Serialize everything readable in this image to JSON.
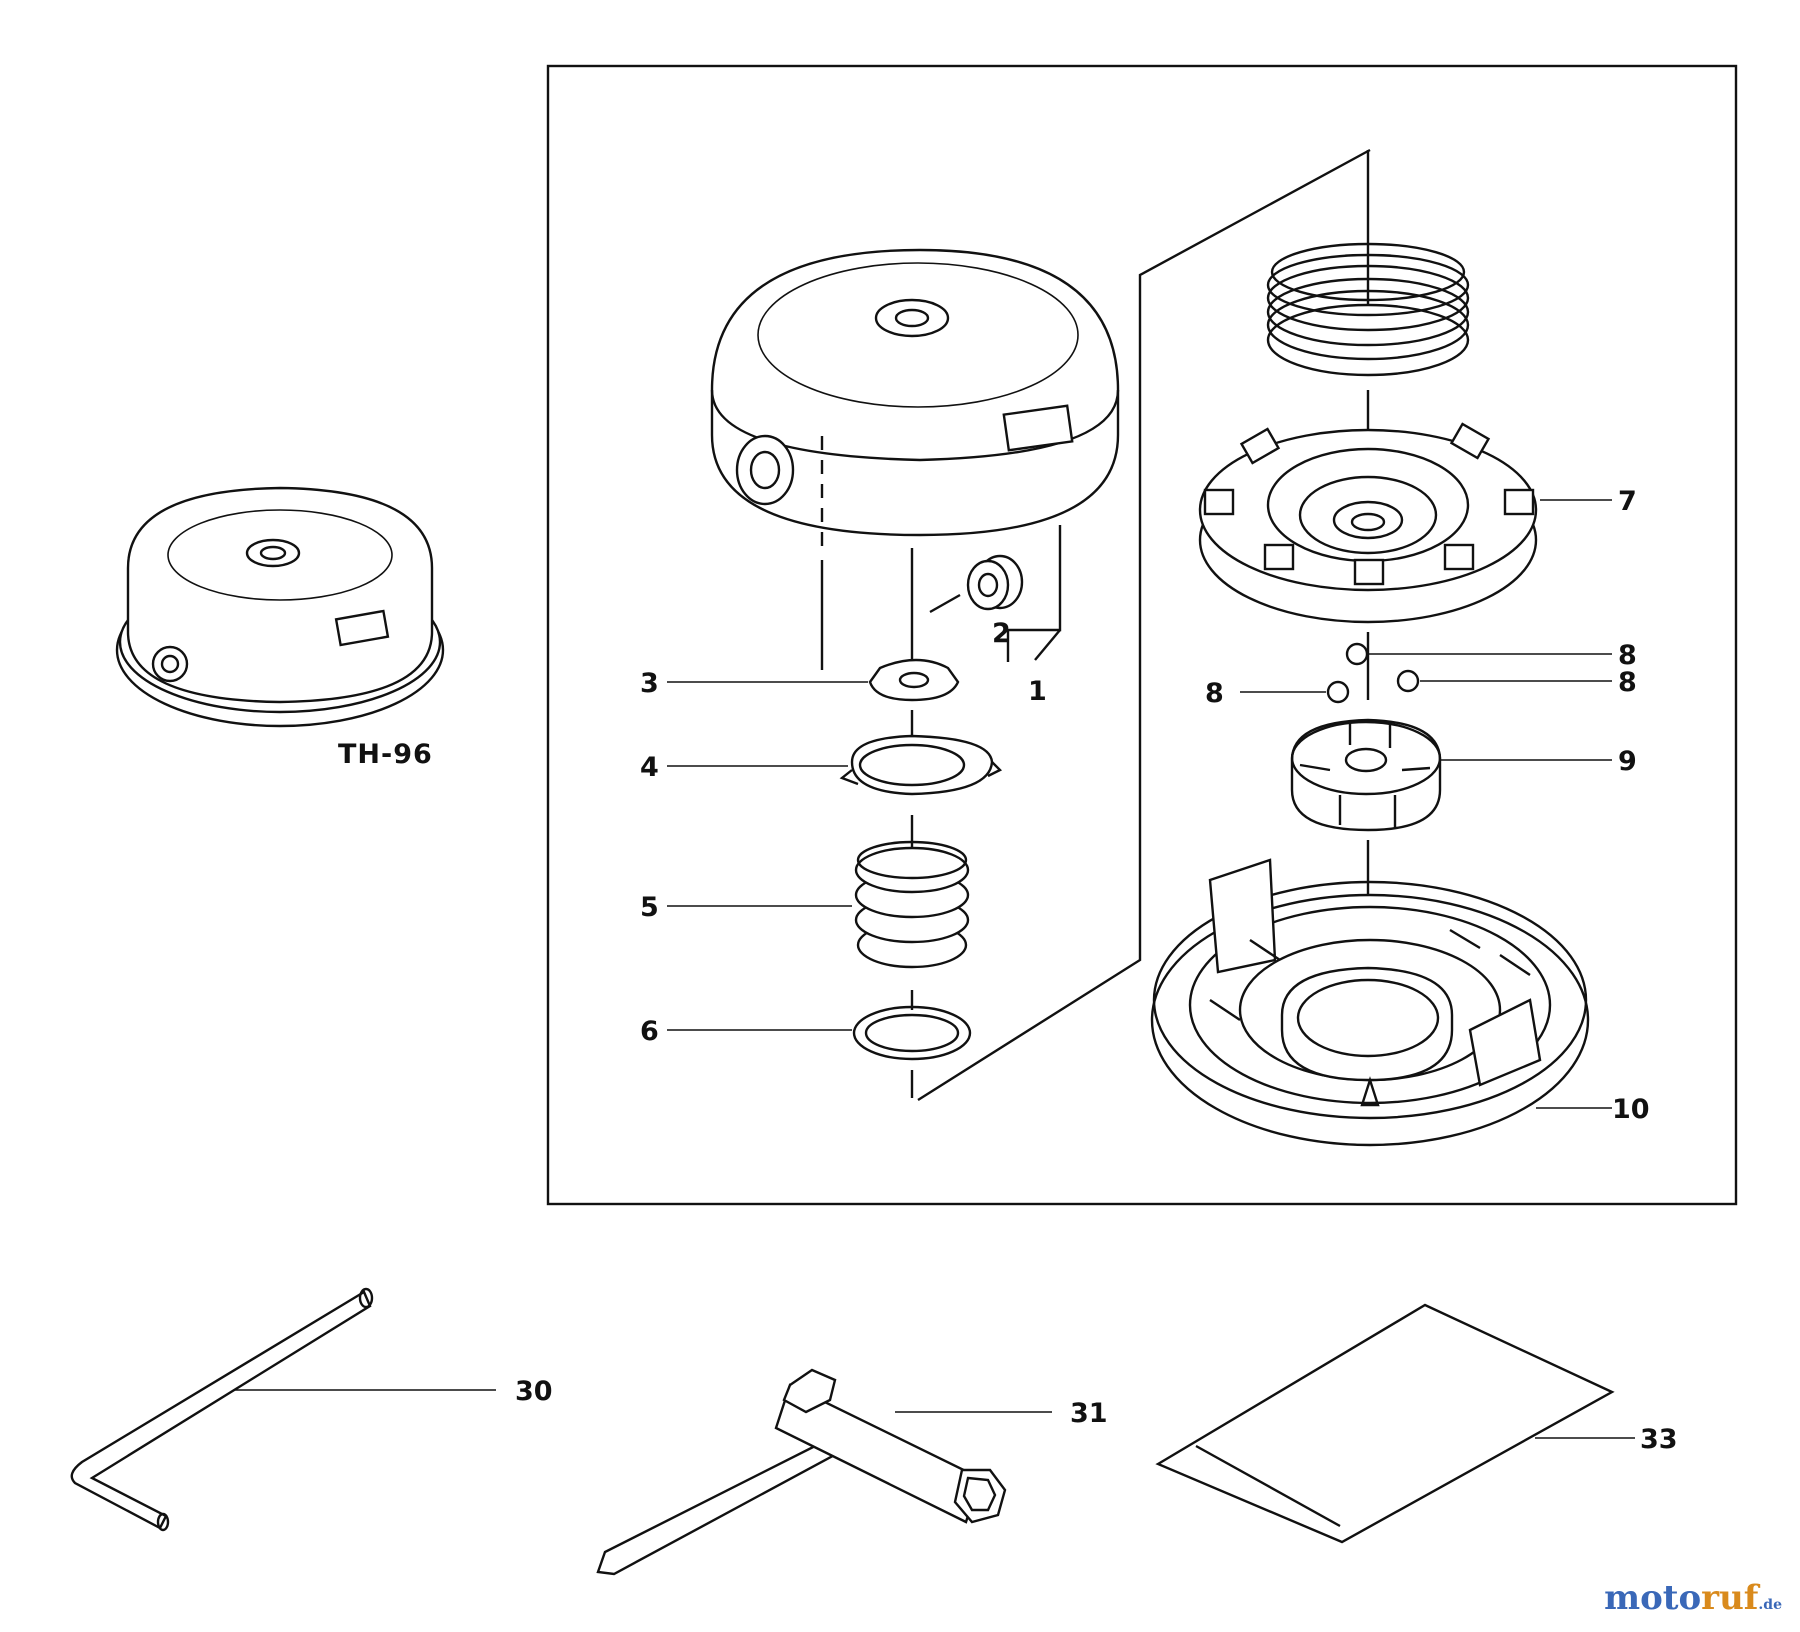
{
  "callouts": {
    "c1": "1",
    "c2": "2",
    "c3": "3",
    "c4": "4",
    "c5": "5",
    "c6": "6",
    "c7": "7",
    "c8a": "8",
    "c8b": "8",
    "c8c": "8",
    "c9": "9",
    "c10": "10",
    "c30": "30",
    "c31": "31",
    "c33": "33"
  },
  "model_label": "TH-96",
  "watermark": {
    "brand_main": "moto",
    "brand_accent": "ruf",
    "brand_tld": ".de"
  },
  "colors": {
    "line": "#111111",
    "background": "#ffffff",
    "watermark_blue": "#3a68b8",
    "watermark_orange": "#d98a1c"
  }
}
